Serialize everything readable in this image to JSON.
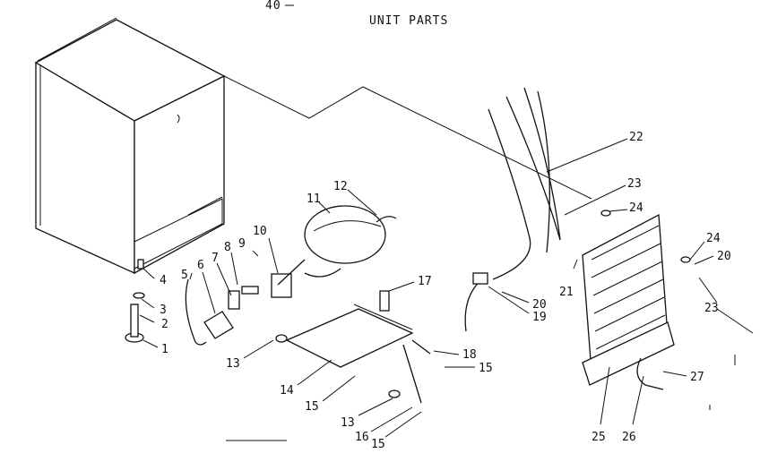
{
  "header": {
    "page_number": "40",
    "title": "UNIT PARTS"
  },
  "callouts": {
    "c1": "1",
    "c2": "2",
    "c3": "3",
    "c4": "4",
    "c5": "5",
    "c6": "6",
    "c7": "7",
    "c8": "8",
    "c9": "9",
    "c10": "10",
    "c11": "11",
    "c12": "12",
    "c13a": "13",
    "c13b": "13",
    "c14": "14",
    "c15a": "15",
    "c15b": "15",
    "c15c": "15",
    "c16": "16",
    "c17": "17",
    "c18": "18",
    "c19": "19",
    "c20a": "20",
    "c20b": "20",
    "c21": "21",
    "c22": "22",
    "c23a": "23",
    "c23b": "23",
    "c24a": "24",
    "c24b": "24",
    "c25": "25",
    "c26": "26",
    "c27": "27"
  }
}
